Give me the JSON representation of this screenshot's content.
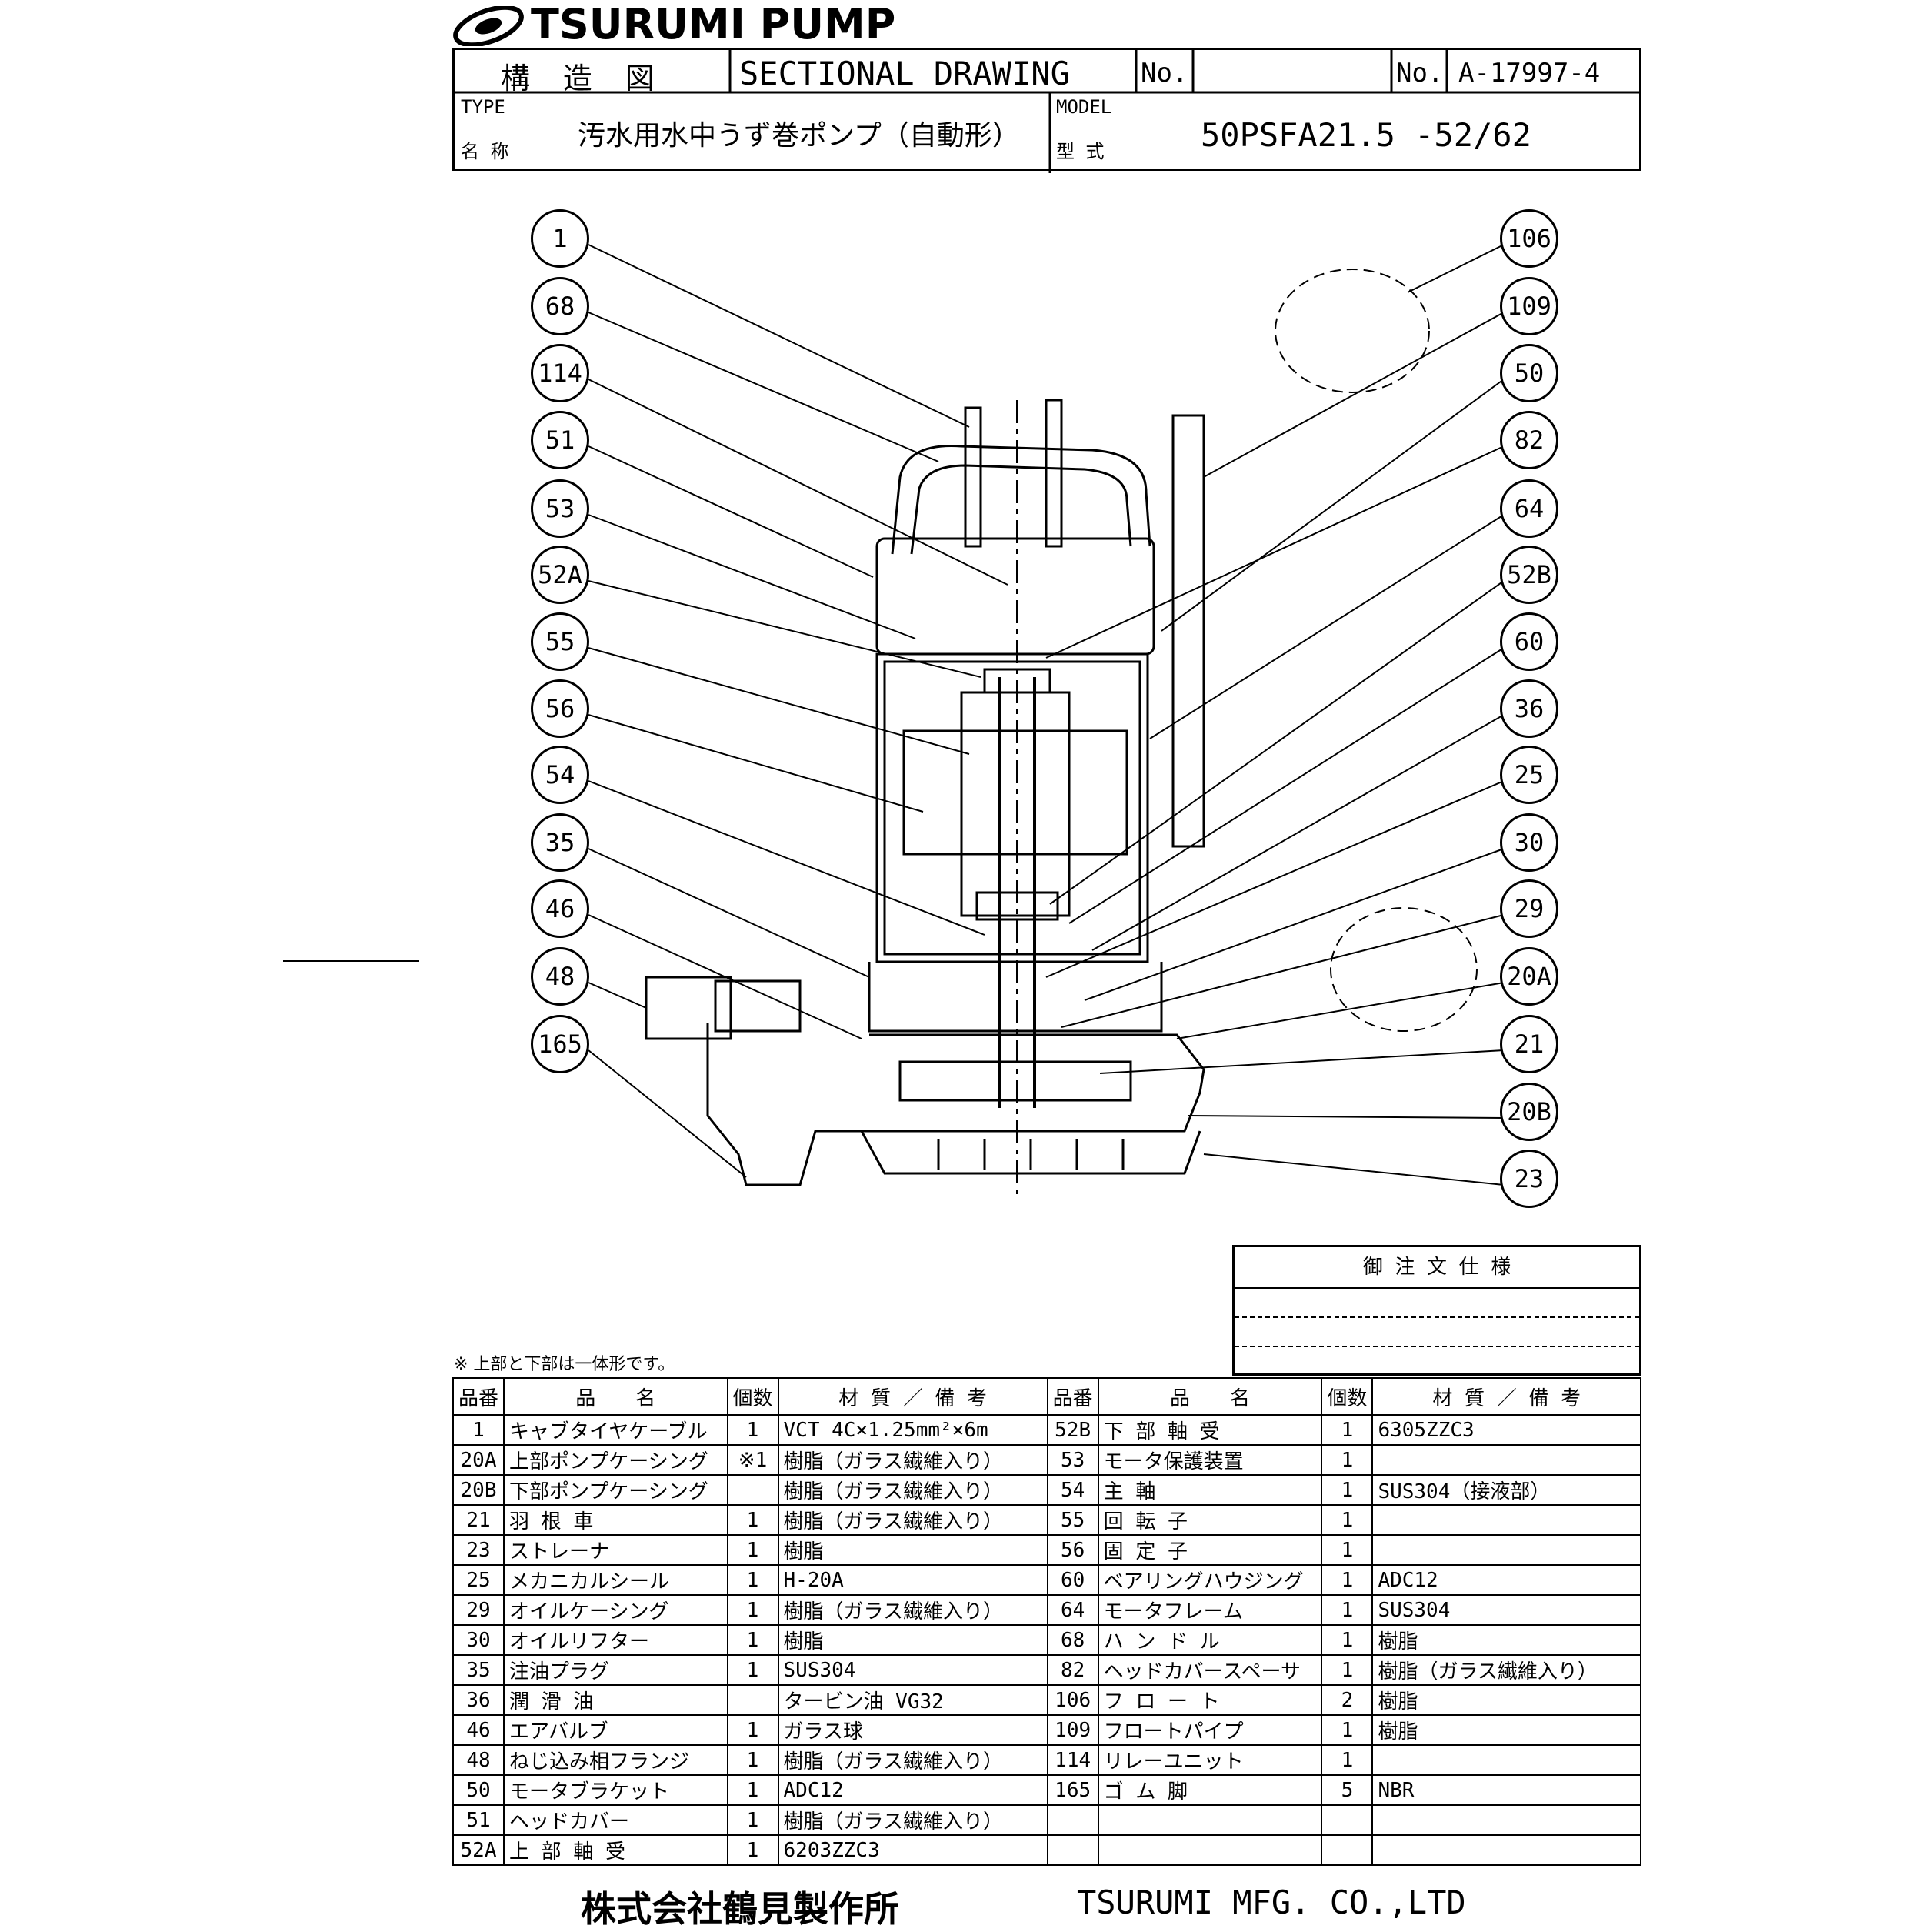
{
  "header": {
    "brand": "TSURUMI PUMP",
    "drawing_jp": "構 造 図",
    "drawing_en": "SECTIONAL DRAWING",
    "no_label": "No.",
    "no2_label": "No.",
    "doc_no": "A-17997-4",
    "type_label": "TYPE",
    "name_label": "名 称",
    "name_value": "汚水用水中うず巻ポンプ（自動形）",
    "model_label": "MODEL",
    "model_jp": "型 式",
    "model_value": "50PSFA21.5 -52/62"
  },
  "callouts_left": [
    "1",
    "68",
    "114",
    "51",
    "53",
    "52A",
    "55",
    "56",
    "54",
    "35",
    "46",
    "48",
    "165"
  ],
  "callouts_right": [
    "106",
    "109",
    "50",
    "82",
    "64",
    "52B",
    "60",
    "36",
    "25",
    "30",
    "29",
    "20A",
    "21",
    "20B",
    "23"
  ],
  "order_spec": {
    "title": "御 注 文 仕 様"
  },
  "note": "※ 上部と下部は一体形です。",
  "parts_table": {
    "headers": [
      "品番",
      "品　　名",
      "個数",
      "材 質 ／ 備 考",
      "品番",
      "品　　名",
      "個数",
      "材 質 ／ 備 考"
    ],
    "rows": [
      [
        "1",
        "キャブタイヤケーブル",
        "1",
        "VCT 4C×1.25mm²×6m",
        "52B",
        "下 部 軸 受",
        "1",
        "6305ZZC3"
      ],
      [
        "20A",
        "上部ポンプケーシング",
        "※1",
        "樹脂（ガラス繊維入り）",
        "53",
        "モータ保護装置",
        "1",
        ""
      ],
      [
        "20B",
        "下部ポンプケーシング",
        "",
        "樹脂（ガラス繊維入り）",
        "54",
        "主 軸",
        "1",
        "SUS304（接液部）"
      ],
      [
        "21",
        "羽 根 車",
        "1",
        "樹脂（ガラス繊維入り）",
        "55",
        "回 転 子",
        "1",
        ""
      ],
      [
        "23",
        "ストレーナ",
        "1",
        "樹脂",
        "56",
        "固 定 子",
        "1",
        ""
      ],
      [
        "25",
        "メカニカルシール",
        "1",
        "H-20A",
        "60",
        "ベアリングハウジング",
        "1",
        "ADC12"
      ],
      [
        "29",
        "オイルケーシング",
        "1",
        "樹脂（ガラス繊維入り）",
        "64",
        "モータフレーム",
        "1",
        "SUS304"
      ],
      [
        "30",
        "オイルリフター",
        "1",
        "樹脂",
        "68",
        "ハ ン ド ル",
        "1",
        "樹脂"
      ],
      [
        "35",
        "注油プラグ",
        "1",
        "SUS304",
        "82",
        "ヘッドカバースペーサ",
        "1",
        "樹脂（ガラス繊維入り）"
      ],
      [
        "36",
        "潤 滑 油",
        "",
        "タービン油 VG32",
        "106",
        "フ ロ ー ト",
        "2",
        "樹脂"
      ],
      [
        "46",
        "エアバルブ",
        "1",
        "ガラス球",
        "109",
        "フロートパイプ",
        "1",
        "樹脂"
      ],
      [
        "48",
        "ねじ込み相フランジ",
        "1",
        "樹脂（ガラス繊維入り）",
        "114",
        "リレーユニット",
        "1",
        ""
      ],
      [
        "50",
        "モータブラケット",
        "1",
        "ADC12",
        "165",
        "ゴ ム 脚",
        "5",
        "NBR"
      ],
      [
        "51",
        "ヘッドカバー",
        "1",
        "樹脂（ガラス繊維入り）",
        "",
        "",
        "",
        ""
      ],
      [
        "52A",
        "上 部 軸 受",
        "1",
        "6203ZZC3",
        "",
        "",
        "",
        ""
      ]
    ]
  },
  "footer": {
    "company_jp": "株式会社鶴見製作所",
    "company_en": "TSURUMI MFG. CO.,LTD"
  }
}
